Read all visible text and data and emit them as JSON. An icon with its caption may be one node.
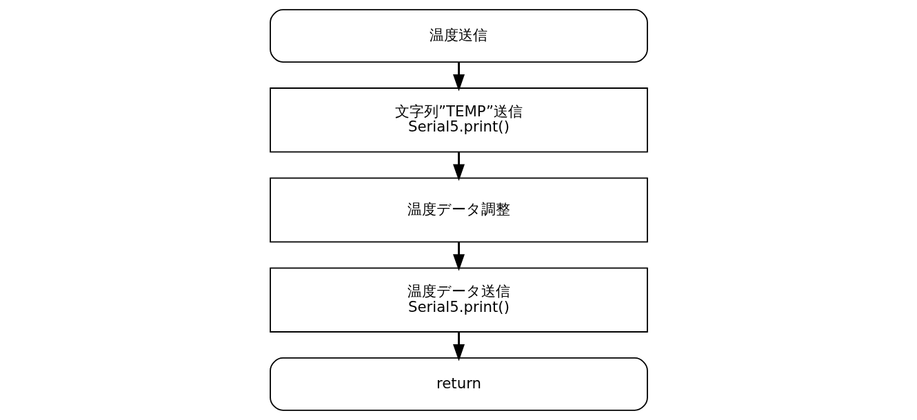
{
  "diagram": {
    "nodes": [
      {
        "text": [
          "温度送信"
        ]
      },
      {
        "text": [
          "文字列”TEMP”送信",
          "Serial5.print()"
        ]
      },
      {
        "text": [
          "温度データ調整"
        ]
      },
      {
        "text": [
          "温度データ送信",
          "Serial5.print()"
        ]
      },
      {
        "text": [
          "return"
        ]
      }
    ],
    "edges": [
      {
        "from": 0,
        "to": 1,
        "arrow": "to"
      },
      {
        "from": 1,
        "to": 2,
        "arrow": "to"
      },
      {
        "from": 2,
        "to": 3,
        "arrow": "to"
      },
      {
        "from": 3,
        "to": 4,
        "arrow": "to"
      }
    ]
  }
}
